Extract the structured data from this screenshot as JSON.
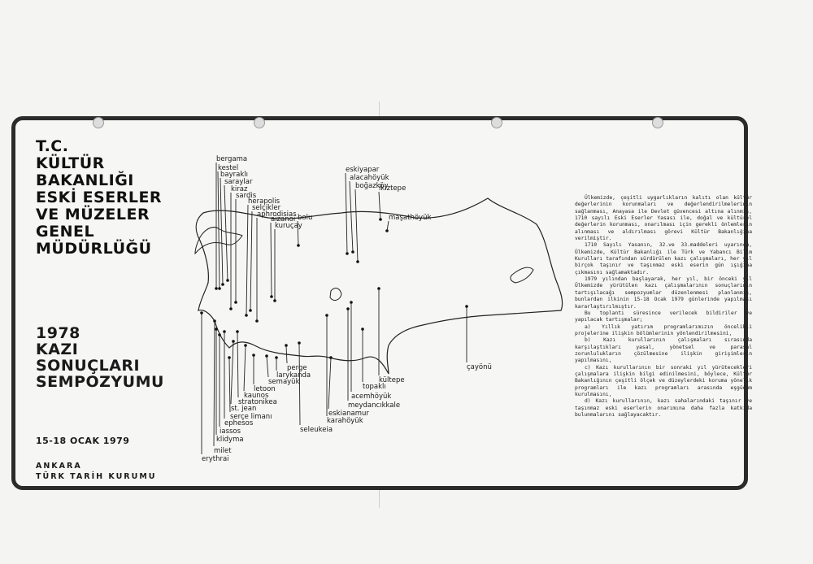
{
  "header": {
    "lines": [
      "T.C.",
      "KÜLTÜR",
      "BAKANLIĞI",
      "ESKİ ESERLER",
      "VE MÜZELER",
      "GENEL",
      "MÜDÜRLÜĞÜ"
    ]
  },
  "symposium": {
    "lines": [
      "1978",
      "KAZI",
      "SONUÇLARI",
      "SEMPOZYUMU"
    ]
  },
  "dates": "15-18 OCAK 1979",
  "organizer": {
    "city": "ANKARA",
    "institution": "TÜRK TARİH KURUMU"
  },
  "sites_top": [
    "bergama",
    "kestel",
    "bayraklı",
    "saraylar",
    "kiraz",
    "sardis",
    "herapolis",
    "selçikler",
    "aphrodisias",
    "aizanoi",
    "kuruçay",
    "bolu",
    "eskiyapar",
    "alacahöyük",
    "boğazköy",
    "ikiztepe",
    "maşathöyük"
  ],
  "sites_bottom": [
    "erythrai",
    "milet",
    "klidyma",
    "iassos",
    "ephesos",
    "serçe limanı",
    "st. jean",
    "stratonikea",
    "kaunos",
    "letoon",
    "semayük",
    "larykanda",
    "perge",
    "seleukeia",
    "karahöyük",
    "eskianamur",
    "meydancıkkale",
    "acemhöyük",
    "topaklı",
    "kültepe",
    "çayönü"
  ],
  "paragraphs": [
    "Ülkemizde, çeşitli uygarlıkların kalıtı olan kültür değerlerinin korunmaları ve değerlendirilmelerinin sağlanması, Anayasa ile Devlet güvencesi altına alınmış, 1710 sayılı Eski Eserler Yasası ile, doğal ve kültürel değerlerin korunması, onarılması için gerekli önlemlerin alınması ve aldırılması görevi Kültür Bakanlığına verilmiştir.",
    "1710 Sayılı Yasanın, 32.ve 33.maddeleri uyarınca, Ülkemizde, Kültür Bakanlığı ile Türk ve Yabancı Bilim Kurulları tarafından sürdürülen kazı çalışmaları, her yıl birçok taşınır ve taşınmaz eski eserin gün ışığına çıkmasını sağlamaktadır.",
    "1979 yılından başlayarak, her yıl, bir önceki yıl Ülkemizde yürütülen kazı çalışmalarının sonuçlarının tartışılacağı sempozyumlar düzenlenmesi planlanmış, bunlardan ilkinin 15-18 Ocak 1979 günlerinde yapılması kararlaştırılmıştır.",
    "Bu toplantı süresince verilecek bildiriler ve yapılacak tartışmalar;",
    "a) Yıllık yatırım programlarımızın öncelikli projelerine ilişkin bölümlerinin yönlendirilmesini,",
    "b) Kazı kurullarının çalışmaları sırasında karşılaştıkları yasal, yönetsel ve parasal zorunlulukların çözülmesine ilişkin girişimlerin yapılmasını,",
    "c) Kazı kurullarının bir sonraki yıl yürütecekleri çalışmalara ilişkin bilgi edinilmesini, böylece, Kültür Bakanlığının çeşitli ölçek ve düzeylerdeki koruma yönelik programları ile kazı programları arasında eşgüdüm kurulmasını,",
    "d) Kazı kurullarının, kazı sahalarındaki taşınır ve taşınmaz eski eserlerin onarımına daha fazla katkıda bulunmalarını sağlayacaktır."
  ]
}
